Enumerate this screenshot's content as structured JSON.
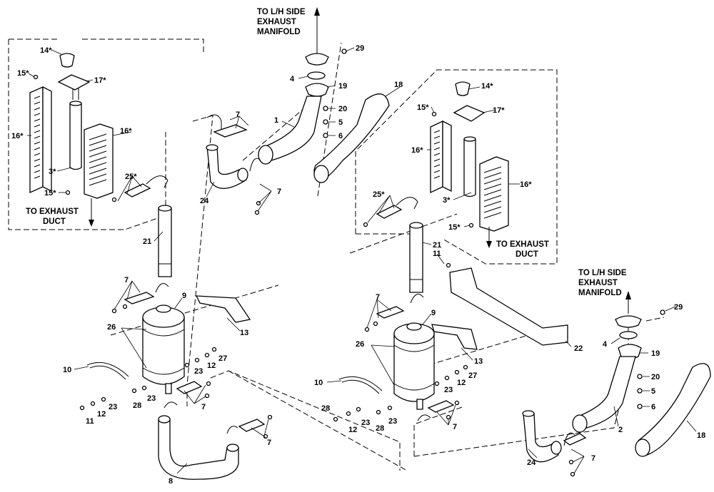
{
  "notes": {
    "top_manifold": [
      "TO L/H SIDE",
      "EXHAUST",
      "MANIFOLD"
    ],
    "right_manifold": [
      "TO L/H SIDE",
      "EXHAUST",
      "MANIFOLD"
    ],
    "left_duct": [
      "TO EXHAUST",
      "DUCT"
    ],
    "right_duct": [
      "TO EXHAUST",
      "DUCT"
    ]
  },
  "callouts": {
    "c14a": "14*",
    "c15a": "15*",
    "c17a": "17*",
    "c16a": "16*",
    "c16b": "16*",
    "c3a": "3*",
    "c25a": "25*",
    "c15b": "15*",
    "c14b": "14*",
    "c15c": "15*",
    "c17b": "17*",
    "c16c": "16*",
    "c16d": "16*",
    "c3b": "3*",
    "c25b": "25*",
    "c15d": "15*",
    "c29a": "29",
    "c4a": "4",
    "c19a": "19",
    "c20a": "20",
    "c5a": "5",
    "c6a": "6",
    "c1": "1",
    "c18a": "18",
    "c7a": "7",
    "c24a": "24",
    "c7b": "7",
    "c21a": "21",
    "c21b": "21",
    "c11a": "11",
    "c7c": "7",
    "c9a": "9",
    "c13a": "13",
    "c26a": "26",
    "c10a": "10",
    "c23a": "23",
    "c12a": "12",
    "c27a": "27",
    "c28a": "28",
    "c23b": "23",
    "c7d": "7",
    "c11b": "11",
    "c12b": "12",
    "c23c": "23",
    "c8": "8",
    "c7e": "7",
    "c7f": "7",
    "c9b": "9",
    "c13b": "13",
    "c22": "22",
    "c26b": "26",
    "c10b": "10",
    "c23d": "23",
    "c12c": "12",
    "c27b": "27",
    "c28b": "28",
    "c12d": "12",
    "c23e": "23",
    "c28c": "28",
    "c23f": "23",
    "c7g": "7",
    "c29b": "29",
    "c4b": "4",
    "c19b": "19",
    "c20b": "20",
    "c5b": "5",
    "c6b": "6",
    "c2": "2",
    "c18b": "18",
    "c24b": "24",
    "c7h": "7"
  }
}
